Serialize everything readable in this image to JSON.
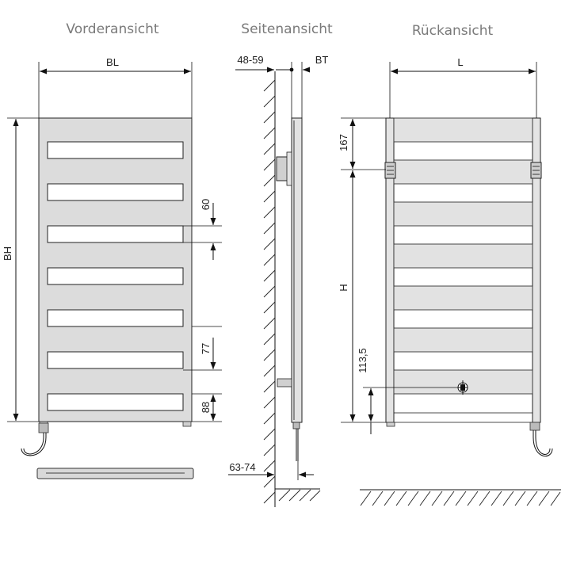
{
  "views": {
    "front": "Vorderansicht",
    "side": "Seitenansicht",
    "back": "Rückansicht"
  },
  "dimensions": {
    "bl": "BL",
    "bh": "BH",
    "d60": "60",
    "d77": "77",
    "d88": "88",
    "wall_gap_top": "48-59",
    "bt": "BT",
    "wall_gap_bottom": "63-74",
    "l": "L",
    "h": "H",
    "d167": "167",
    "d113": "113,5"
  }
}
